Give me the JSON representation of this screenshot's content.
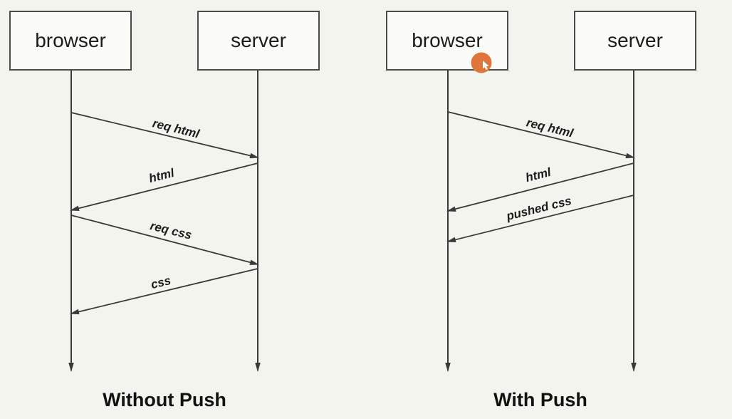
{
  "canvas": {
    "bg": "#f4f4ef",
    "line_color": "#3a3a3a",
    "text_color": "#1c1c1c",
    "box_fill": "#fbfbf8",
    "box_border": "#4c4c4c",
    "cursor_color": "#e0753c"
  },
  "diagrams": [
    {
      "id": "without-push",
      "title": "Without Push",
      "actors": [
        {
          "label": "browser"
        },
        {
          "label": "server"
        }
      ],
      "messages": [
        {
          "label": "req html",
          "from": "browser",
          "to": "server"
        },
        {
          "label": "html",
          "from": "server",
          "to": "browser"
        },
        {
          "label": "req css",
          "from": "browser",
          "to": "server"
        },
        {
          "label": "css",
          "from": "server",
          "to": "browser"
        }
      ]
    },
    {
      "id": "with-push",
      "title": "With Push",
      "actors": [
        {
          "label": "browser"
        },
        {
          "label": "server"
        }
      ],
      "messages": [
        {
          "label": "req html",
          "from": "browser",
          "to": "server"
        },
        {
          "label": "html",
          "from": "server",
          "to": "browser"
        },
        {
          "label": "pushed css",
          "from": "server",
          "to": "browser"
        }
      ]
    }
  ],
  "cursor": {
    "type": "highlighted-pointer"
  }
}
